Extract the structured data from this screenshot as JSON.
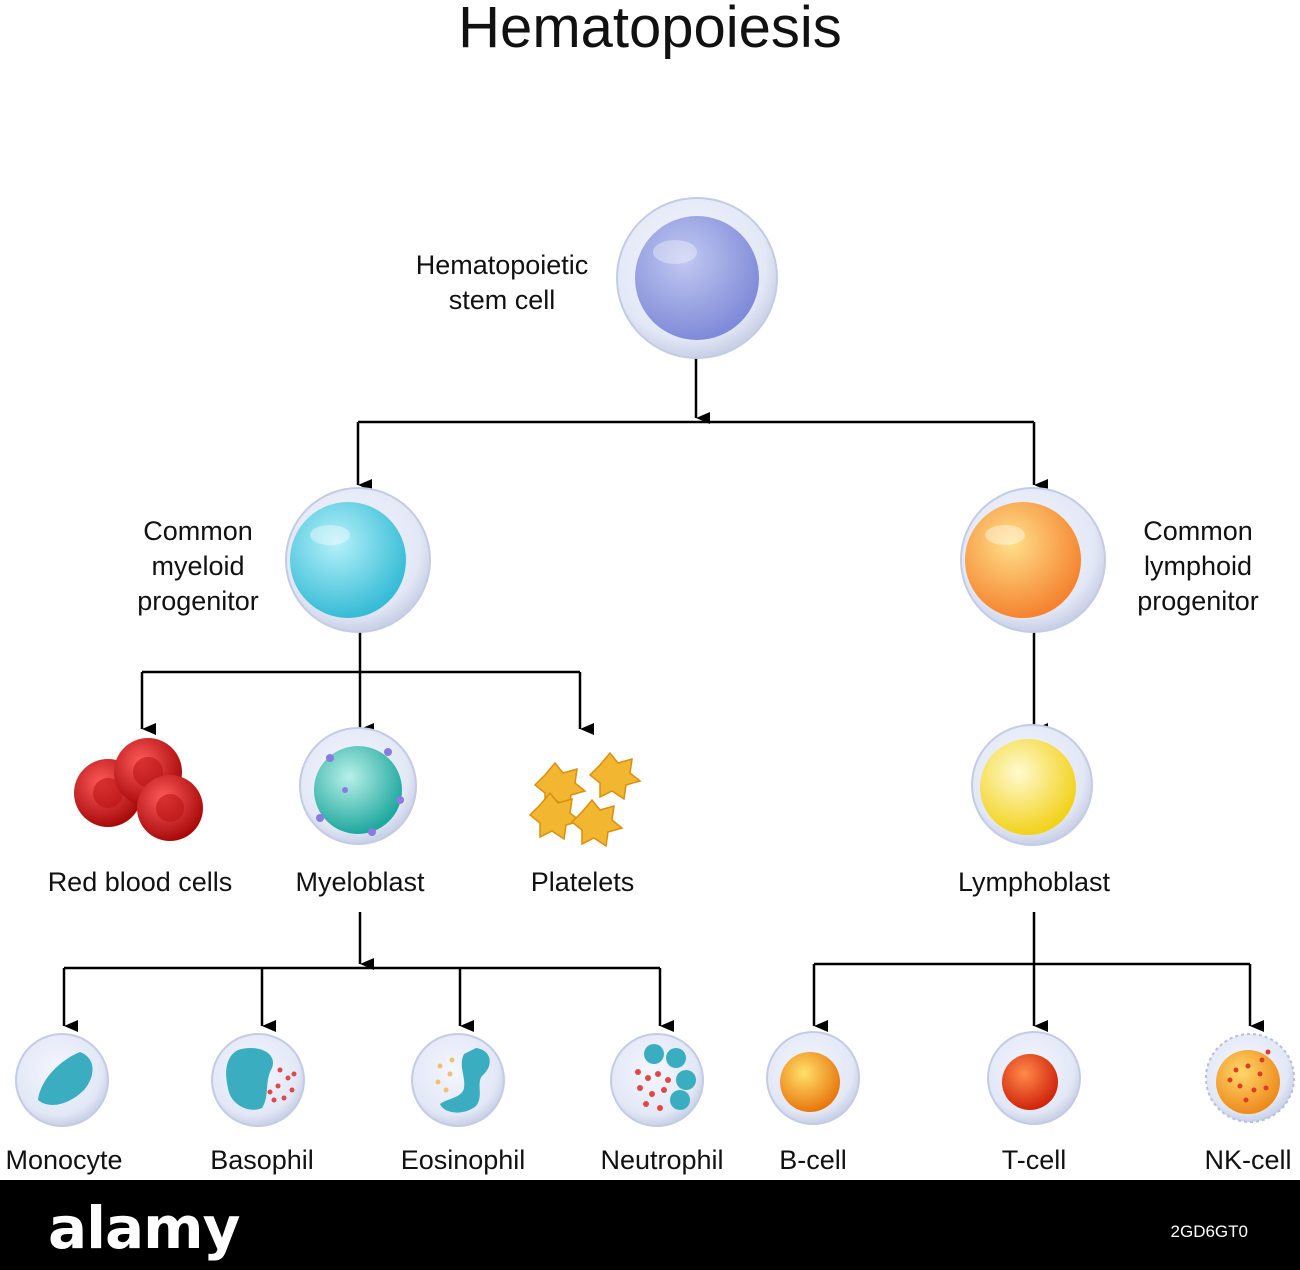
{
  "title": "Hematopoiesis",
  "nodes": {
    "stem": "Hematopoietic\nstem cell",
    "myeloid": "Common\nmyeloid\nprogenitor",
    "lymphoid": "Common\nlymphoid\nprogenitor",
    "rbc": "Red blood cells",
    "myeloblast": "Myeloblast",
    "platelets": "Platelets",
    "lymphoblast": "Lymphoblast",
    "monocyte": "Monocyte",
    "basophil": "Basophil",
    "eosinophil": "Eosinophil",
    "neutrophil": "Neutrophil",
    "bcell": "B-cell",
    "tcell": "T-cell",
    "nkcell": "NK-cell"
  },
  "footer": {
    "brand": "alamy",
    "image_code": "2GD6GT0"
  },
  "colors": {
    "stem": "#8f9be0",
    "myeloid": "#5fd3e6",
    "lymphoid": "#f7a23a",
    "myeloblast": "#3cc0b0",
    "lymphoblast": "#f6e33b",
    "rbc": "#d01818",
    "platelet": "#f2b630",
    "bcell": "#f29a1e",
    "tcell": "#e83a14",
    "nkcell": "#f2a532",
    "nucleus_teal": "#3aaec0",
    "arrow": "#000000"
  }
}
